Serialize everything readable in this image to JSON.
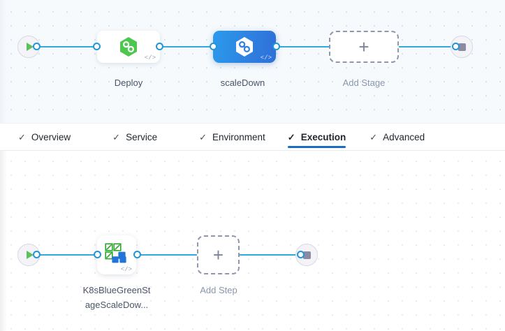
{
  "stage_canvas": {
    "start_node": {
      "icon": "play-icon"
    },
    "end_node": {
      "icon": "stop-icon"
    },
    "stages": [
      {
        "label": "Deploy",
        "icon": "harness-hexagon-green-icon",
        "badge": "</>",
        "selected": false
      },
      {
        "label": "scaleDown",
        "icon": "harness-hexagon-white-icon",
        "badge": "</>",
        "selected": true
      }
    ],
    "add_stage": {
      "label": "Add Stage",
      "icon": "plus-icon"
    }
  },
  "tabs": [
    {
      "label": "Overview",
      "tick": "✓",
      "active": false
    },
    {
      "label": "Service",
      "tick": "✓",
      "active": false
    },
    {
      "label": "Environment",
      "tick": "✓",
      "active": false
    },
    {
      "label": "Execution",
      "tick": "✓",
      "active": true
    },
    {
      "label": "Advanced",
      "tick": "✓",
      "active": false
    }
  ],
  "step_canvas": {
    "start_node": {
      "icon": "play-icon"
    },
    "end_node": {
      "icon": "stop-icon"
    },
    "step": {
      "label_line1": "K8sBlueGreenSt",
      "label_line2": "ageScaleDow...",
      "icon": "k8s-bluegreen-squares-icon",
      "badge": "</>"
    },
    "add_step": {
      "label": "Add Step",
      "icon": "plus-icon"
    }
  },
  "colors": {
    "accent_blue": "#2196d6",
    "selected_stage": "#2f7fe0",
    "tab_underline": "#1b6cc4",
    "green": "#4ec74e",
    "canvas_top": "#f6fafd"
  }
}
